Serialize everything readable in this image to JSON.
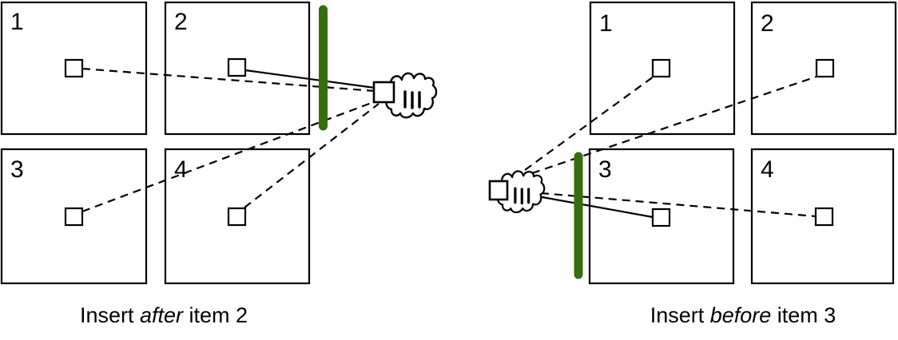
{
  "figure": {
    "background": "#ffffff",
    "line_color": "#000000",
    "insertion_bar_color": "#346e0e"
  },
  "panels": [
    {
      "items": [
        {
          "label": "1"
        },
        {
          "label": "2"
        },
        {
          "label": "3"
        },
        {
          "label": "4"
        }
      ],
      "caption": {
        "prefix": "Insert ",
        "emphasis": "after",
        "suffix": " item 2"
      }
    },
    {
      "items": [
        {
          "label": "1"
        },
        {
          "label": "2"
        },
        {
          "label": "3"
        },
        {
          "label": "4"
        }
      ],
      "caption": {
        "prefix": "Insert ",
        "emphasis": "before",
        "suffix": " item 3"
      }
    }
  ]
}
